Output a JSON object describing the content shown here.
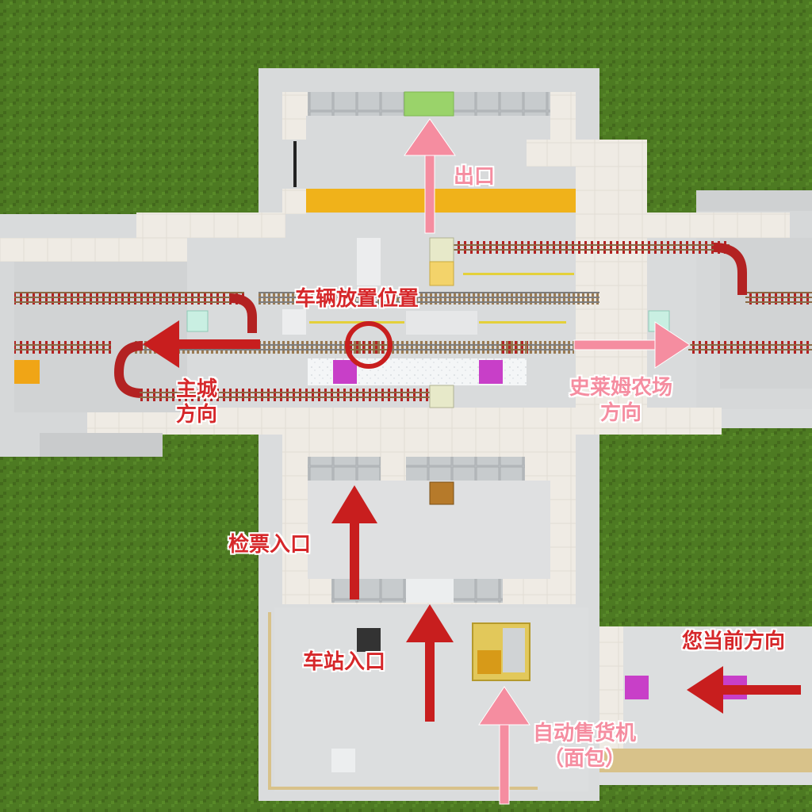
{
  "colors": {
    "grass": "#4d7a22",
    "grass_dark": "#43691c",
    "floor": "#dcdedf",
    "wall": "#eeeae3",
    "glass": "#b9bdbf",
    "glass_green": "#9ad36a",
    "track_wood": "#8a6a45",
    "track_red": "#b32222",
    "yellow_line": "#f0b21a",
    "arrow_dark": "#c81e1e",
    "arrow_pink": "#f58da0",
    "magenta_block": "#c83fc8",
    "sand": "#d8c28a"
  },
  "labels": {
    "exit": "出口",
    "vehicle_spot": "车辆放置位置",
    "main_city_line1": "主城",
    "main_city_line2": "方向",
    "slime_farm_line1": "史莱姆农场",
    "slime_farm_line2": "方向",
    "ticket_entrance": "检票入口",
    "station_entrance": "车站入口",
    "current_direction": "您当前方向",
    "vending_line1": "自动售货机",
    "vending_line2": "（面包）"
  }
}
